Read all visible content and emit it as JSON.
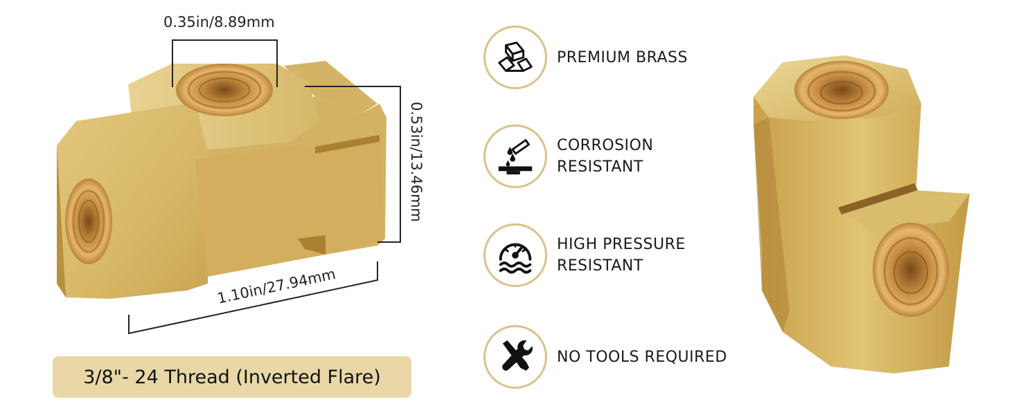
{
  "dimensions": {
    "top": "0.35in/8.89mm",
    "right": "0.53in/13.46mm",
    "bottom": "1.10in/27.94mm"
  },
  "thread_label": "3/8\"- 24 Thread (Inverted Flare)",
  "features": [
    {
      "icon": "brass-bars-icon",
      "line1": "PREMIUM BRASS",
      "line2": ""
    },
    {
      "icon": "corrosion-icon",
      "line1": "CORROSION",
      "line2": "RESISTANT"
    },
    {
      "icon": "pressure-gauge-icon",
      "line1": "HIGH PRESSURE",
      "line2": "RESISTANT"
    },
    {
      "icon": "tools-icon",
      "line1": "NO TOOLS REQUIRED",
      "line2": ""
    }
  ],
  "colors": {
    "brass": "#d8b968",
    "brass_dark": "#b8903c",
    "badge": "#e9d7a7",
    "icon_ring": "#d9c28a"
  }
}
